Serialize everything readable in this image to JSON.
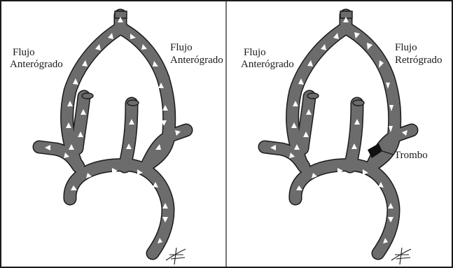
{
  "panels": [
    {
      "left_label": [
        "Flujo",
        "Anterógrado"
      ],
      "right_label": [
        "Flujo",
        "Anterógrado"
      ]
    },
    {
      "left_label": [
        "Flujo",
        "Anterógrado"
      ],
      "right_label": [
        "Flujo",
        "Retrógrado"
      ],
      "thrombus_label": "Trombo"
    }
  ],
  "colors": {
    "vessel_fill": "#6c6c6c",
    "outline": "#1a1a1a",
    "arrow": "#ffffff",
    "thrombus": "#111111"
  }
}
